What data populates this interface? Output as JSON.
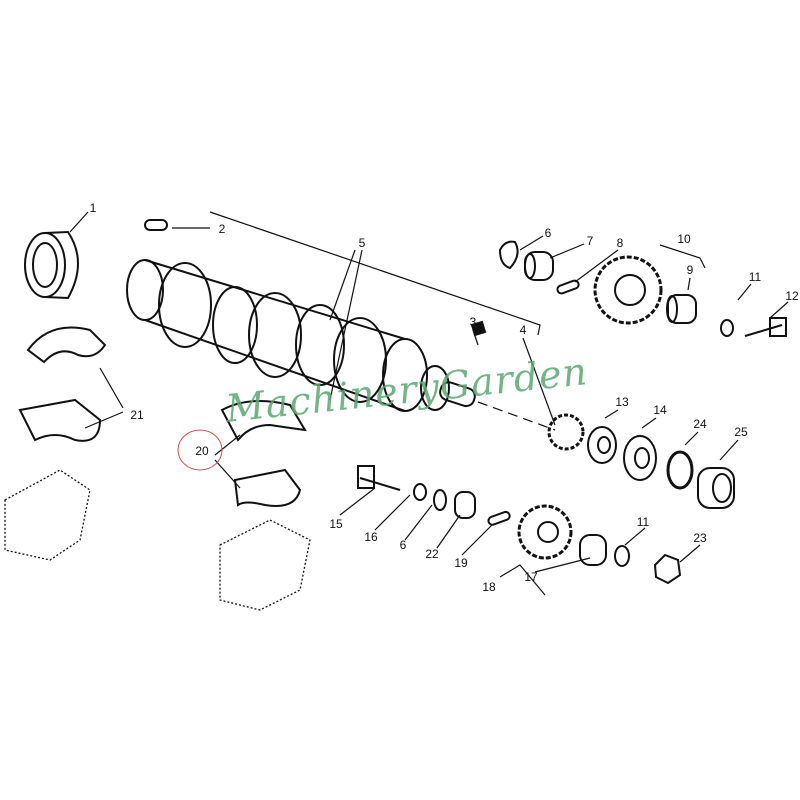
{
  "diagram": {
    "watermark": "MachineryGarden",
    "callouts": [
      "1",
      "2",
      "5",
      "6",
      "7",
      "8",
      "10",
      "9",
      "11",
      "12",
      "3",
      "4",
      "13",
      "14",
      "24",
      "25",
      "21",
      "20",
      "15",
      "16",
      "6",
      "22",
      "19",
      "18",
      "17",
      "11",
      "23"
    ],
    "highlight_color": "#d05050",
    "watermark_color": "#5aa870"
  }
}
